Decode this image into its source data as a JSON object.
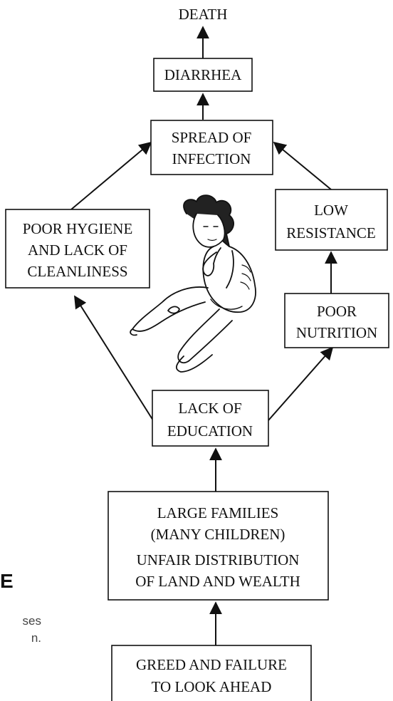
{
  "diagram": {
    "top_label": "DEATH",
    "boxes": {
      "diarrhea": [
        "DIARRHEA"
      ],
      "spread": [
        "SPREAD OF",
        "INFECTION"
      ],
      "hygiene": [
        "POOR HYGIENE",
        "AND LACK OF",
        "CLEANLINESS"
      ],
      "resistance": [
        "LOW",
        "RESISTANCE"
      ],
      "nutrition": [
        "POOR",
        "NUTRITION"
      ],
      "education": [
        "LACK OF",
        "EDUCATION"
      ],
      "families": [
        "LARGE FAMILIES",
        "(MANY CHILDREN)",
        "UNFAIR DISTRIBUTION",
        "OF LAND AND WEALTH"
      ],
      "greed": [
        "GREED AND FAILURE",
        "TO LOOK AHEAD"
      ]
    },
    "illustration": "malnourished-child-drawing"
  },
  "page_fragment": {
    "title_fragment": "E",
    "caption_lines": [
      "ses",
      "n."
    ]
  }
}
